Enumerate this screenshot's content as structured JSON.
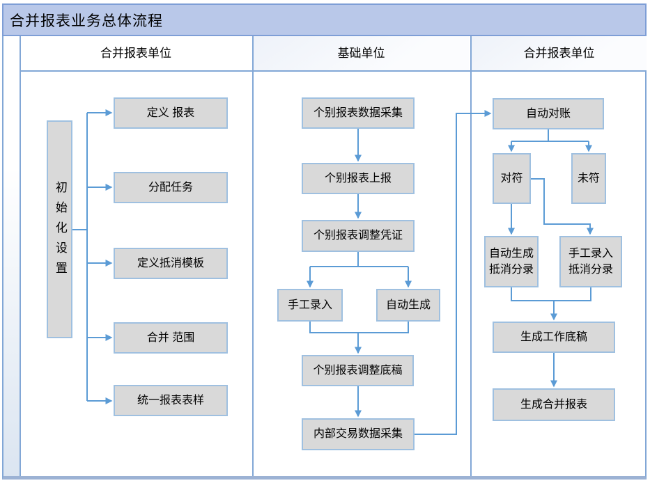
{
  "title": "合并报表业务总体流程",
  "lanes": {
    "left": "合并报表单位",
    "middle": "基础单位",
    "right": "合并报表单位"
  },
  "left_lane": {
    "init": "初始化设置",
    "items": [
      "定义 报表",
      "分配任务",
      "定义抵消模板",
      "合并 范围",
      "统一报表表样"
    ]
  },
  "middle_lane": {
    "collect": "个别报表数据采集",
    "report": "个别报表上报",
    "voucher": "个别报表调整凭证",
    "manual": "手工录入",
    "auto": "自动生成",
    "draft": "个别报表调整底稿",
    "internal": "内部交易数据采集"
  },
  "right_lane": {
    "reconcile": "自动对账",
    "matched": "对符",
    "unmatched": "未符",
    "auto_offset": "自动生成\n抵消分录",
    "manual_offset": "手工录入\n抵消分录",
    "working_paper": "生成工作底稿",
    "final_report": "生成合并报表"
  },
  "colors": {
    "title_band": "#b9c8e9",
    "lane_border": "#82a7d6",
    "node_fill": "#d9d9d9",
    "node_border": "#9fc0e0",
    "connector": "#5b9bd5"
  }
}
